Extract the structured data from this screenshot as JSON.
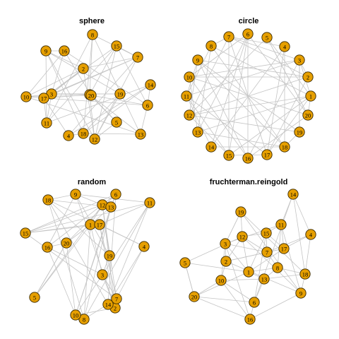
{
  "nodes": [
    "1",
    "2",
    "3",
    "4",
    "5",
    "6",
    "7",
    "8",
    "9",
    "10",
    "11",
    "12",
    "13",
    "14",
    "15",
    "16",
    "17",
    "18",
    "19",
    "20"
  ],
  "node_fill": "#E69F00",
  "edge_color": "#c4c4c4",
  "edges": [
    [
      1,
      20
    ],
    [
      1,
      5
    ],
    [
      1,
      3
    ],
    [
      1,
      13
    ],
    [
      2,
      7
    ],
    [
      2,
      3
    ],
    [
      2,
      10
    ],
    [
      2,
      9
    ],
    [
      2,
      12
    ],
    [
      2,
      17
    ],
    [
      3,
      19
    ],
    [
      3,
      10
    ],
    [
      3,
      11
    ],
    [
      3,
      16
    ],
    [
      4,
      14
    ],
    [
      4,
      17
    ],
    [
      4,
      7
    ],
    [
      4,
      18
    ],
    [
      5,
      12
    ],
    [
      5,
      20
    ],
    [
      6,
      20
    ],
    [
      6,
      16
    ],
    [
      6,
      14
    ],
    [
      6,
      15
    ],
    [
      7,
      17
    ],
    [
      7,
      8
    ],
    [
      7,
      12
    ],
    [
      7,
      15
    ],
    [
      8,
      13
    ],
    [
      8,
      18
    ],
    [
      8,
      1
    ],
    [
      9,
      19
    ],
    [
      9,
      12
    ],
    [
      9,
      11
    ],
    [
      10,
      6
    ],
    [
      10,
      20
    ],
    [
      10,
      13
    ],
    [
      11,
      17
    ],
    [
      11,
      8
    ],
    [
      11,
      15
    ],
    [
      12,
      19
    ],
    [
      12,
      15
    ],
    [
      13,
      18
    ],
    [
      13,
      6
    ],
    [
      14,
      18
    ],
    [
      14,
      11
    ],
    [
      15,
      17
    ],
    [
      15,
      1
    ],
    [
      16,
      10
    ],
    [
      16,
      9
    ],
    [
      17,
      1
    ],
    [
      18,
      9
    ],
    [
      18,
      19
    ],
    [
      19,
      3
    ],
    [
      20,
      16
    ],
    [
      20,
      5
    ],
    [
      1,
      12
    ],
    [
      7,
      3
    ]
  ],
  "panels": [
    {
      "title": "sphere"
    },
    {
      "title": "circle"
    },
    {
      "title": "random"
    },
    {
      "title": "fruchterman.reingold"
    }
  ]
}
